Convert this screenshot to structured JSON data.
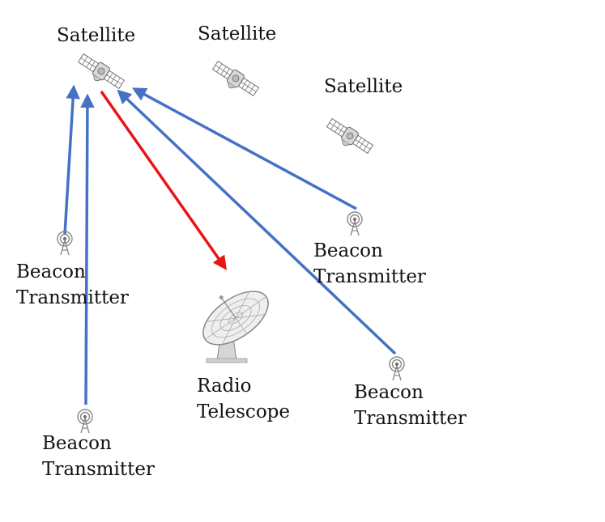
{
  "satellites": [
    {
      "label": "Satellite"
    },
    {
      "label": "Satellite"
    },
    {
      "label": "Satellite"
    }
  ],
  "beacons": [
    {
      "line1": "Beacon",
      "line2": "Transmitter"
    },
    {
      "line1": "Beacon",
      "line2": "Transmitter"
    },
    {
      "line1": "Beacon",
      "line2": "Transmitter"
    },
    {
      "line1": "Beacon",
      "line2": "Transmitter"
    }
  ],
  "telescope": {
    "line1": "Radio",
    "line2": "Telescope"
  },
  "colors": {
    "uplink": "#4472c4",
    "downlink": "#e81416",
    "icon": "#888888"
  },
  "icons": {
    "satellite": "satellite-icon",
    "beacon": "beacon-antenna-icon",
    "telescope": "radio-dish-icon"
  }
}
